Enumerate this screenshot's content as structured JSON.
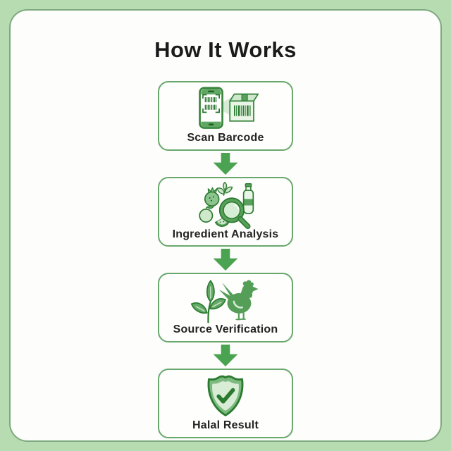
{
  "title": "How It Works",
  "steps": [
    {
      "label": "Scan Barcode",
      "icon": "phone-barcode-package-icon"
    },
    {
      "label": "Ingredient Analysis",
      "icon": "magnifier-ingredients-icon"
    },
    {
      "label": "Source Verification",
      "icon": "plant-chicken-icon"
    },
    {
      "label": "Halal Result",
      "icon": "shield-check-icon"
    }
  ],
  "connector": {
    "icon": "arrow-down-icon",
    "direction": "down",
    "count": 3
  },
  "colors": {
    "page_frame_green": "#b8dcb2",
    "card_background": "#fdfdfb",
    "card_border": "#7da97e",
    "box_border": "#68a86c",
    "arrow_green": "#4aa350",
    "icon_dark_green": "#2c7a30",
    "icon_mid_green": "#58a15c",
    "icon_light_green": "#d7ecd4",
    "icon_pale_green": "#e9f5e6",
    "title_text": "#1b1b1b",
    "label_text": "#232323"
  }
}
